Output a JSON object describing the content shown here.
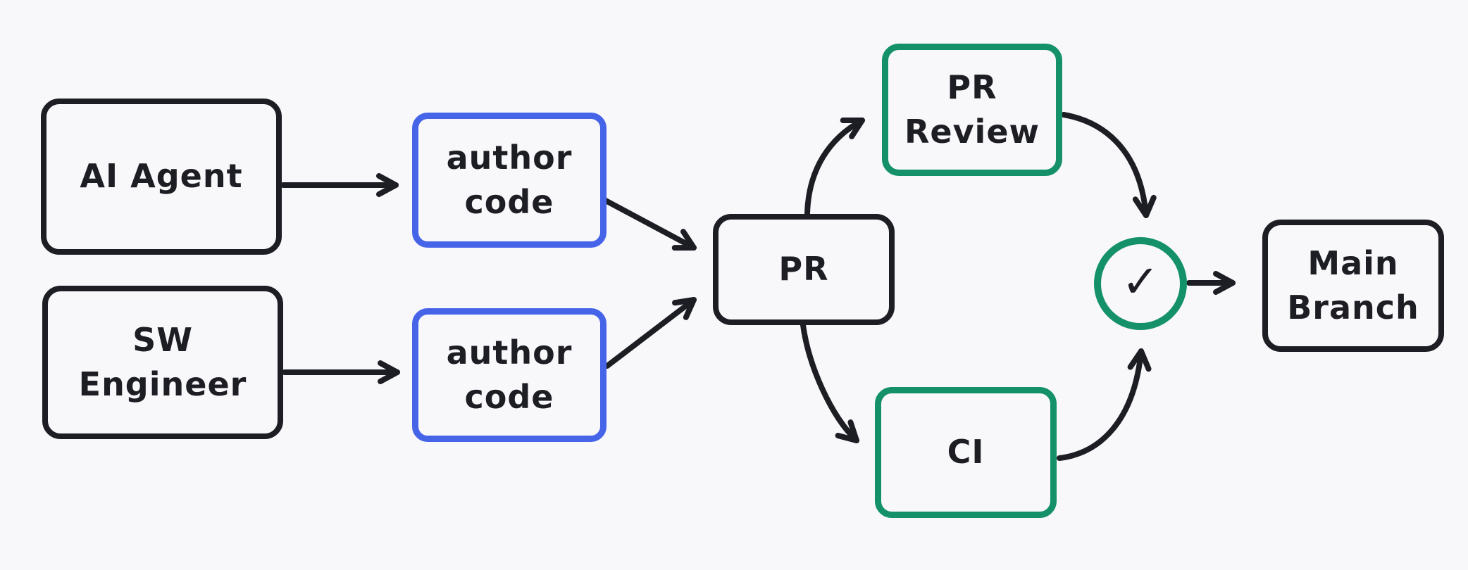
{
  "diagram": {
    "background": "#f8f8fb",
    "colors": {
      "ink": "#1d1d24",
      "blue_accent": "#4664e8",
      "green_accent": "#149169"
    },
    "nodes": {
      "ai_agent": {
        "label": "AI Agent"
      },
      "sw_engineer": {
        "line1": "SW",
        "line2": "Engineer"
      },
      "author_code_top": {
        "line1": "author",
        "line2": "code"
      },
      "author_code_bottom": {
        "line1": "author",
        "line2": "code"
      },
      "pr": {
        "label": "PR"
      },
      "pr_review": {
        "line1": "PR",
        "line2": "Review"
      },
      "ci": {
        "label": "CI"
      },
      "main_branch": {
        "line1": "Main",
        "line2": "Branch"
      },
      "approval_check": {
        "glyph": "✓"
      }
    },
    "edges": [
      {
        "from": "ai_agent",
        "to": "author_code_top"
      },
      {
        "from": "sw_engineer",
        "to": "author_code_bottom"
      },
      {
        "from": "author_code_top",
        "to": "pr"
      },
      {
        "from": "author_code_bottom",
        "to": "pr"
      },
      {
        "from": "pr",
        "to": "pr_review"
      },
      {
        "from": "pr",
        "to": "ci"
      },
      {
        "from": "pr_review",
        "to": "approval_check"
      },
      {
        "from": "ci",
        "to": "approval_check"
      },
      {
        "from": "approval_check",
        "to": "main_branch"
      }
    ]
  }
}
